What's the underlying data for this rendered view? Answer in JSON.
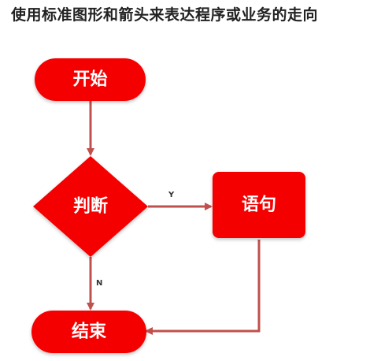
{
  "title": "使用标准图形和箭头来表达程序或业务的走向",
  "colors": {
    "node_fill": "#f50000",
    "arrow": "#c0504d",
    "text": "#ffffff"
  },
  "nodes": {
    "start": {
      "label": "开始",
      "shape": "rounded-rectangle"
    },
    "decision": {
      "label": "判断",
      "shape": "diamond"
    },
    "statement": {
      "label": "语句",
      "shape": "rounded-rectangle"
    },
    "end": {
      "label": "结束",
      "shape": "rounded-rectangle"
    }
  },
  "edges": {
    "yes_label": "Y",
    "no_label": "N"
  }
}
